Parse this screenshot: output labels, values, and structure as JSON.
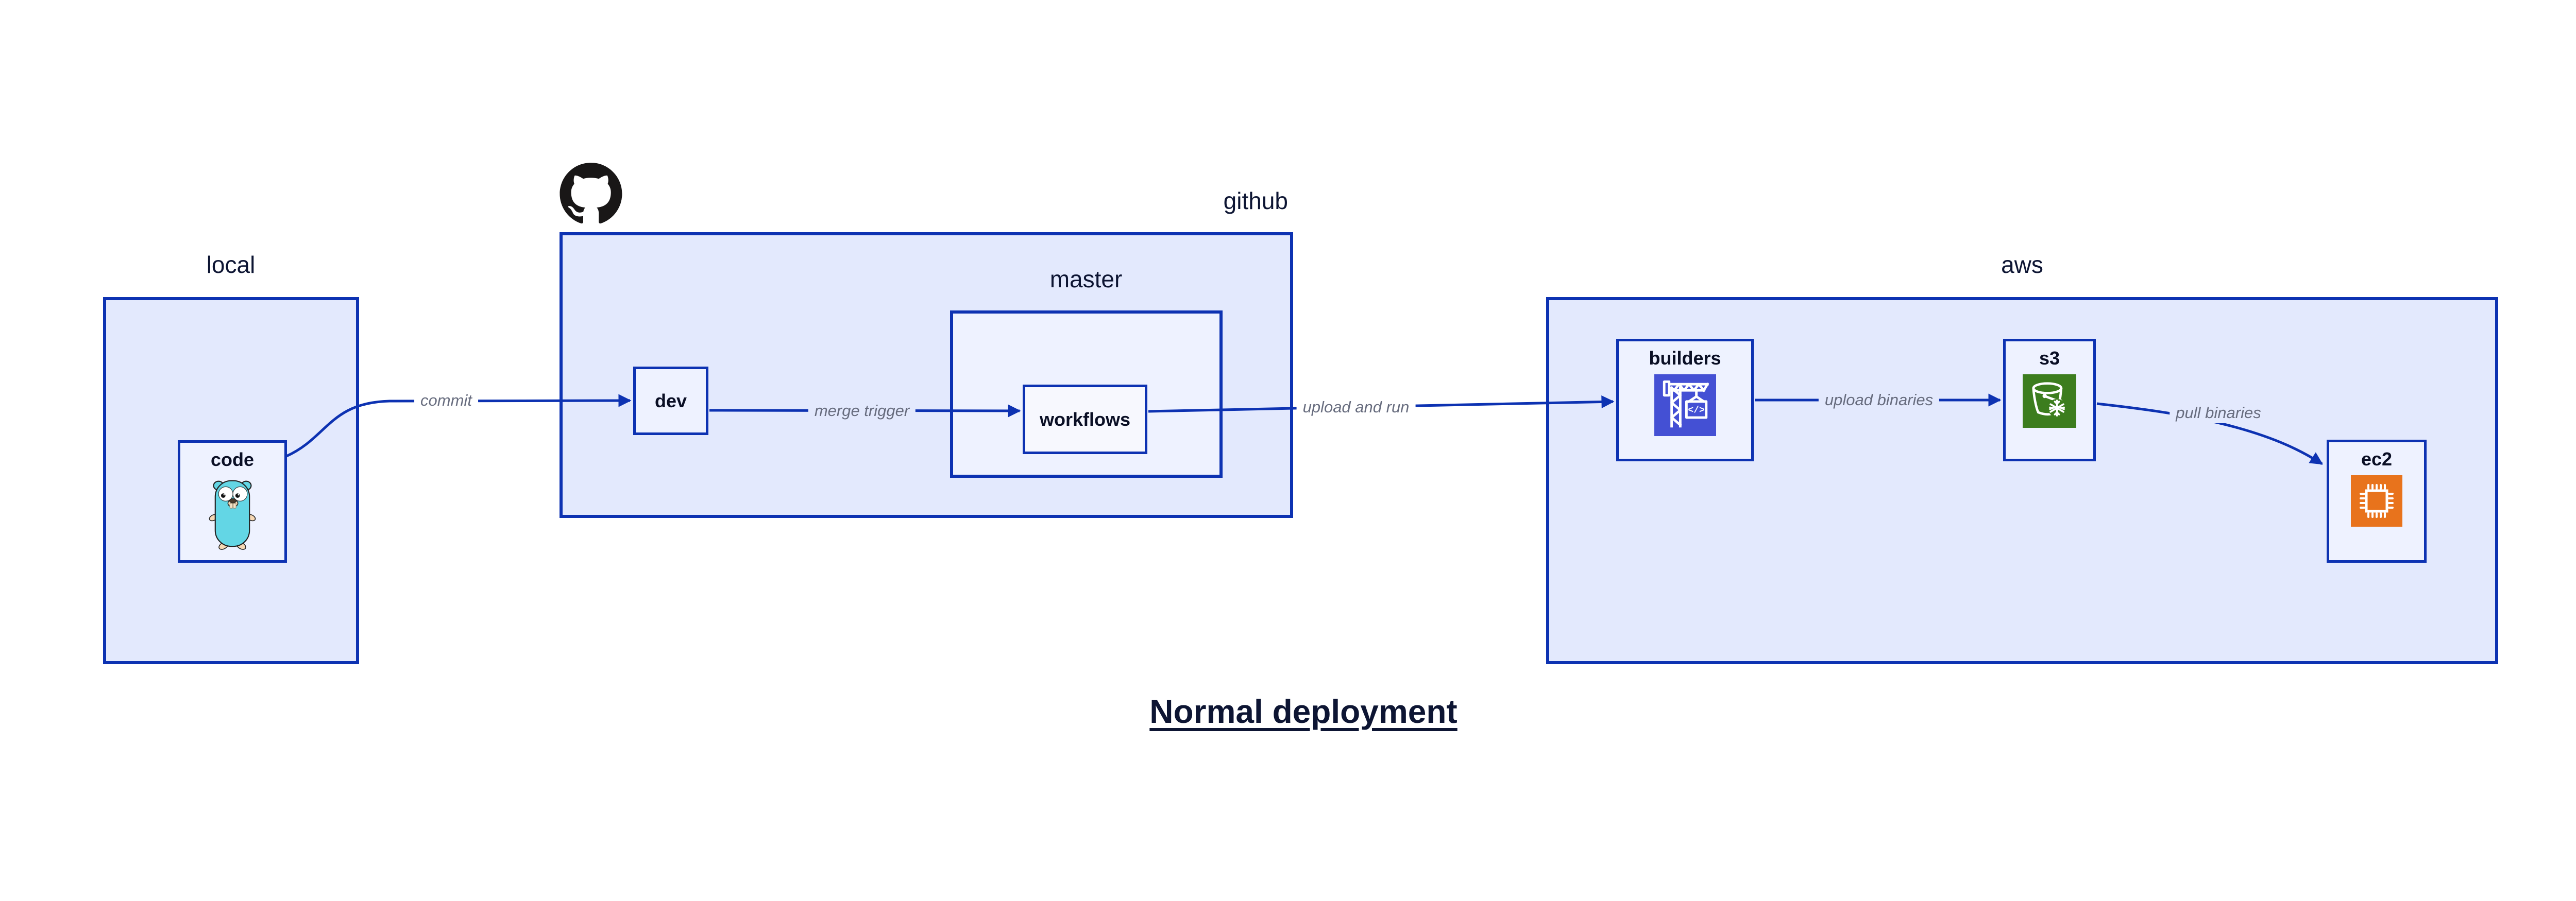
{
  "diagram": {
    "title": "Normal deployment",
    "containers": {
      "local": {
        "label": "local"
      },
      "github": {
        "label": "github"
      },
      "master": {
        "label": "master"
      },
      "aws": {
        "label": "aws"
      }
    },
    "nodes": {
      "code": {
        "label": "code"
      },
      "dev": {
        "label": "dev"
      },
      "workflows": {
        "label": "workflows"
      },
      "builders": {
        "label": "builders",
        "icon_text": "</>"
      },
      "s3": {
        "label": "s3"
      },
      "ec2": {
        "label": "ec2"
      }
    },
    "edges": {
      "commit": {
        "label": "commit",
        "from": "code",
        "to": "dev"
      },
      "merge_trigger": {
        "label": "merge trigger",
        "from": "dev",
        "to": "workflows"
      },
      "upload_and_run": {
        "label": "upload and run",
        "from": "workflows",
        "to": "builders"
      },
      "upload_binaries": {
        "label": "upload binaries",
        "from": "builders",
        "to": "s3"
      },
      "pull_binaries": {
        "label": "pull binaries",
        "from": "s3",
        "to": "ec2"
      }
    },
    "icons": {
      "github_logo": "github-octocat",
      "code": "go-gopher",
      "builders": "aws-codebuild-crane",
      "s3": "aws-s3-glacier-bucket",
      "ec2": "aws-ec2-chip"
    },
    "colors": {
      "stroke_blue": "#0D32B2",
      "container_fill": "#E3E9FD",
      "node_fill": "#EEF2FF",
      "inner_node_fill": "#F7F8FE",
      "edge_label_gray": "#676C7E",
      "node_label_navy": "#0A0F25",
      "codebuild_indigo": "#4450D4",
      "s3_glacier_green": "#3C7D1E",
      "ec2_orange": "#E8731C",
      "octocat_black": "#191717",
      "gopher_teal": "#63D6E5"
    }
  }
}
